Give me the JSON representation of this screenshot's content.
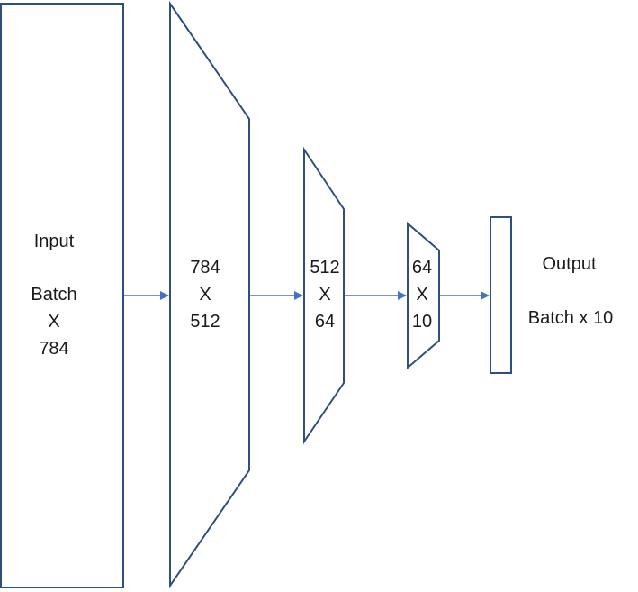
{
  "input": {
    "title": "Input",
    "lines": [
      "Batch",
      "X",
      "784"
    ]
  },
  "layer1": {
    "lines": [
      "784",
      "X",
      "512"
    ]
  },
  "layer2": {
    "lines": [
      "512",
      "X",
      "64"
    ]
  },
  "layer3": {
    "lines": [
      "64",
      "X",
      "10"
    ]
  },
  "output": {
    "title": "Output",
    "shape": "Batch x 10"
  },
  "colors": {
    "outline": "#2f4f7f",
    "arrow": "#4472c4"
  }
}
